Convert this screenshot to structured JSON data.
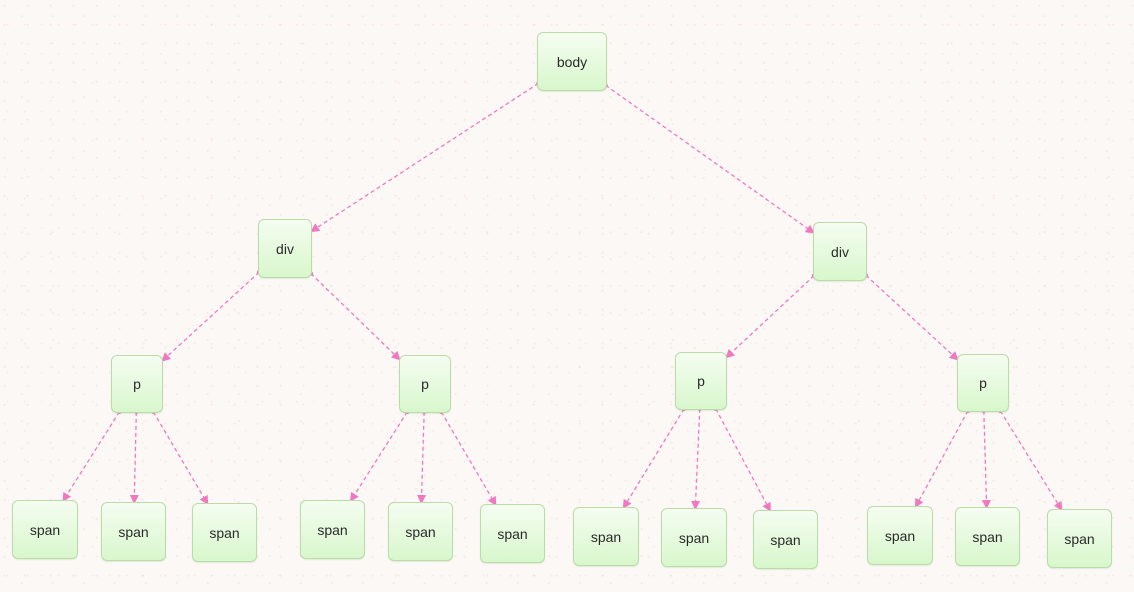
{
  "colors": {
    "edge": "#f078c0",
    "node_border": "#b9dca8",
    "node_fill_top": "#f5fdf1",
    "node_fill_bottom": "#d8f7cc"
  },
  "nodes": [
    {
      "id": "body",
      "label": "body"
    },
    {
      "id": "div-left",
      "label": "div"
    },
    {
      "id": "div-right",
      "label": "div"
    },
    {
      "id": "p-1",
      "label": "p"
    },
    {
      "id": "p-2",
      "label": "p"
    },
    {
      "id": "p-3",
      "label": "p"
    },
    {
      "id": "p-4",
      "label": "p"
    },
    {
      "id": "span-1",
      "label": "span"
    },
    {
      "id": "span-2",
      "label": "span"
    },
    {
      "id": "span-3",
      "label": "span"
    },
    {
      "id": "span-4",
      "label": "span"
    },
    {
      "id": "span-5",
      "label": "span"
    },
    {
      "id": "span-6",
      "label": "span"
    },
    {
      "id": "span-7",
      "label": "span"
    },
    {
      "id": "span-8",
      "label": "span"
    },
    {
      "id": "span-9",
      "label": "span"
    },
    {
      "id": "span-10",
      "label": "span"
    },
    {
      "id": "span-11",
      "label": "span"
    },
    {
      "id": "span-12",
      "label": "span"
    }
  ],
  "edges": [
    {
      "from": "body",
      "to": "div-left"
    },
    {
      "from": "body",
      "to": "div-right"
    },
    {
      "from": "div-left",
      "to": "p-1"
    },
    {
      "from": "div-left",
      "to": "p-2"
    },
    {
      "from": "div-right",
      "to": "p-3"
    },
    {
      "from": "div-right",
      "to": "p-4"
    },
    {
      "from": "p-1",
      "to": "span-1"
    },
    {
      "from": "p-1",
      "to": "span-2"
    },
    {
      "from": "p-1",
      "to": "span-3"
    },
    {
      "from": "p-2",
      "to": "span-4"
    },
    {
      "from": "p-2",
      "to": "span-5"
    },
    {
      "from": "p-2",
      "to": "span-6"
    },
    {
      "from": "p-3",
      "to": "span-7"
    },
    {
      "from": "p-3",
      "to": "span-8"
    },
    {
      "from": "p-3",
      "to": "span-9"
    },
    {
      "from": "p-4",
      "to": "span-10"
    },
    {
      "from": "p-4",
      "to": "span-11"
    },
    {
      "from": "p-4",
      "to": "span-12"
    }
  ]
}
